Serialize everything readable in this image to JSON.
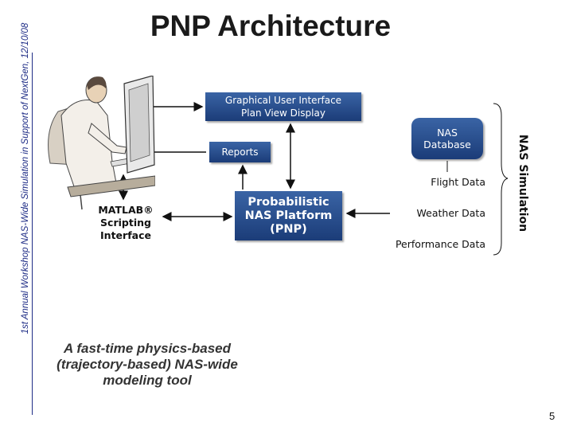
{
  "slide": {
    "title": "PNP Architecture",
    "side_text": "1st Annual Workshop NAS-Wide Simulation in Support of NextGen, 12/10/08",
    "caption": "A fast-time physics-based (trajectory-based) NAS-wide modeling tool",
    "page_number": "5"
  },
  "diagram": {
    "gui_line1": "Graphical User Interface",
    "gui_line2": "Plan View Display",
    "reports": "Reports",
    "matlab_line1": "MATLAB®",
    "matlab_line2": "Scripting",
    "matlab_line3": "Interface",
    "pnp_line1": "Probabilistic",
    "pnp_line2": "NAS Platform",
    "pnp_line3": "(PNP)",
    "nas_db_line1": "NAS",
    "nas_db_line2": "Database",
    "flight_data": "Flight Data",
    "weather_data": "Weather Data",
    "performance_data": "Performance Data",
    "nas_simulation": "NAS Simulation",
    "icons": [
      "user-at-computer-illustration",
      "computer-monitor-icon"
    ]
  },
  "colors": {
    "box_top": "#3a64a5",
    "box_bottom": "#1b3c78",
    "side_text": "#1f2d86"
  }
}
